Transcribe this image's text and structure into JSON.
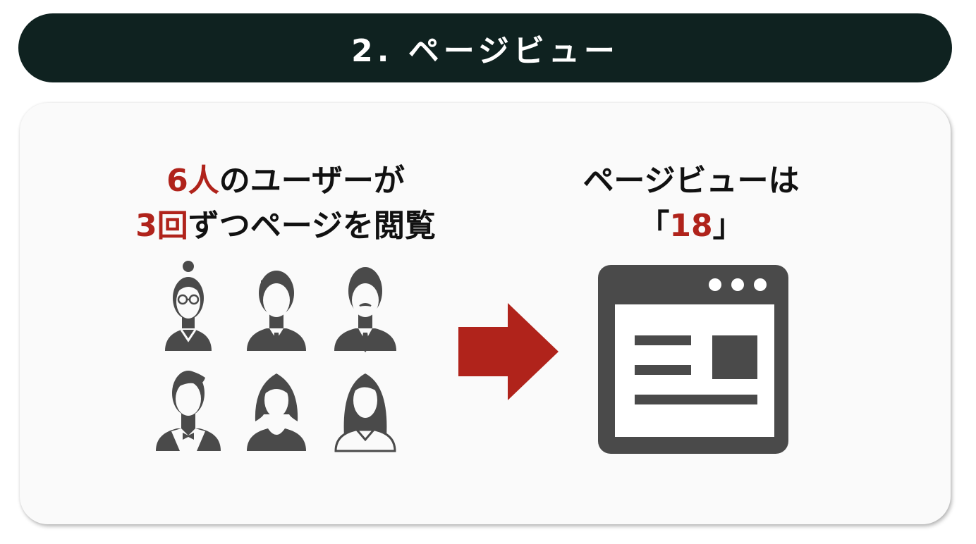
{
  "header": {
    "title": "2. ページビュー"
  },
  "left_caption": {
    "line1": {
      "highlight": "6人",
      "text": "のユーザーが"
    },
    "line2": {
      "highlight": "3回",
      "text": "ずつページを閲覧"
    }
  },
  "right_caption": {
    "line1": "ページビューは",
    "line2_open": "「",
    "line2_value": "18",
    "line2_close": "」"
  },
  "icons": {
    "users": [
      "woman-glasses-icon",
      "man-suit-icon",
      "man-mustache-icon",
      "man-bowtie-icon",
      "woman-short-hair-icon",
      "woman-long-hair-icon"
    ],
    "arrow": "right-arrow-icon",
    "browser": "browser-window-icon"
  },
  "colors": {
    "header_bg": "#0f2220",
    "accent": "#b0231b",
    "icon_gray": "#4a4a4a",
    "text": "#111111"
  }
}
